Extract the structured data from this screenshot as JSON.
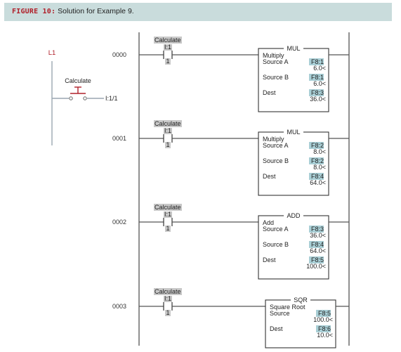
{
  "figure": {
    "label": "FIGURE 10:",
    "caption": "Solution for Example 9."
  },
  "left_diagram": {
    "rail_label": "L1",
    "switch_label": "Calculate",
    "input_label": "I:1/1"
  },
  "rungs": [
    {
      "number": "0000",
      "contact_tag": "Calculate",
      "contact_addr": "I:1",
      "contact_bit": "1",
      "block": {
        "header": "MUL",
        "title": "Multiply",
        "rows": [
          {
            "label": "Source A",
            "addr": "F8:1",
            "value": "6.0<"
          },
          {
            "label": "Source B",
            "addr": "F8:1",
            "value": "6.0<"
          },
          {
            "label": "Dest",
            "addr": "F8:3",
            "value": "36.0<"
          }
        ]
      }
    },
    {
      "number": "0001",
      "contact_tag": "Calculate",
      "contact_addr": "I:1",
      "contact_bit": "1",
      "block": {
        "header": "MUL",
        "title": "Multiply",
        "rows": [
          {
            "label": "Source A",
            "addr": "F8:2",
            "value": "8.0<"
          },
          {
            "label": "Source B",
            "addr": "F8:2",
            "value": "8.0<"
          },
          {
            "label": "Dest",
            "addr": "F8:4",
            "value": "64.0<"
          }
        ]
      }
    },
    {
      "number": "0002",
      "contact_tag": "Calculate",
      "contact_addr": "I:1",
      "contact_bit": "1",
      "block": {
        "header": "ADD",
        "title": "Add",
        "rows": [
          {
            "label": "Source A",
            "addr": "F8:3",
            "value": "36.0<"
          },
          {
            "label": "Source B",
            "addr": "F8:4",
            "value": "64.0<"
          },
          {
            "label": "Dest",
            "addr": "F8:5",
            "value": "100.0<"
          }
        ]
      }
    },
    {
      "number": "0003",
      "contact_tag": "Calculate",
      "contact_addr": "I:1",
      "contact_bit": "1",
      "block": {
        "header": "SQR",
        "title": "Square Root",
        "rows": [
          {
            "label": "Source",
            "addr": "F8:5",
            "value": "100.0<"
          },
          {
            "label": "Dest",
            "addr": "F8:6",
            "value": "10.0<"
          }
        ]
      }
    }
  ],
  "colors": {
    "accent_red": "#b0202a",
    "header_bar": "#c9dcdc",
    "address_highlight": "#a9cfd6",
    "tag_highlight": "#c8c8c8",
    "line": "#555555",
    "left_diagram_line": "#9aa6b0"
  }
}
